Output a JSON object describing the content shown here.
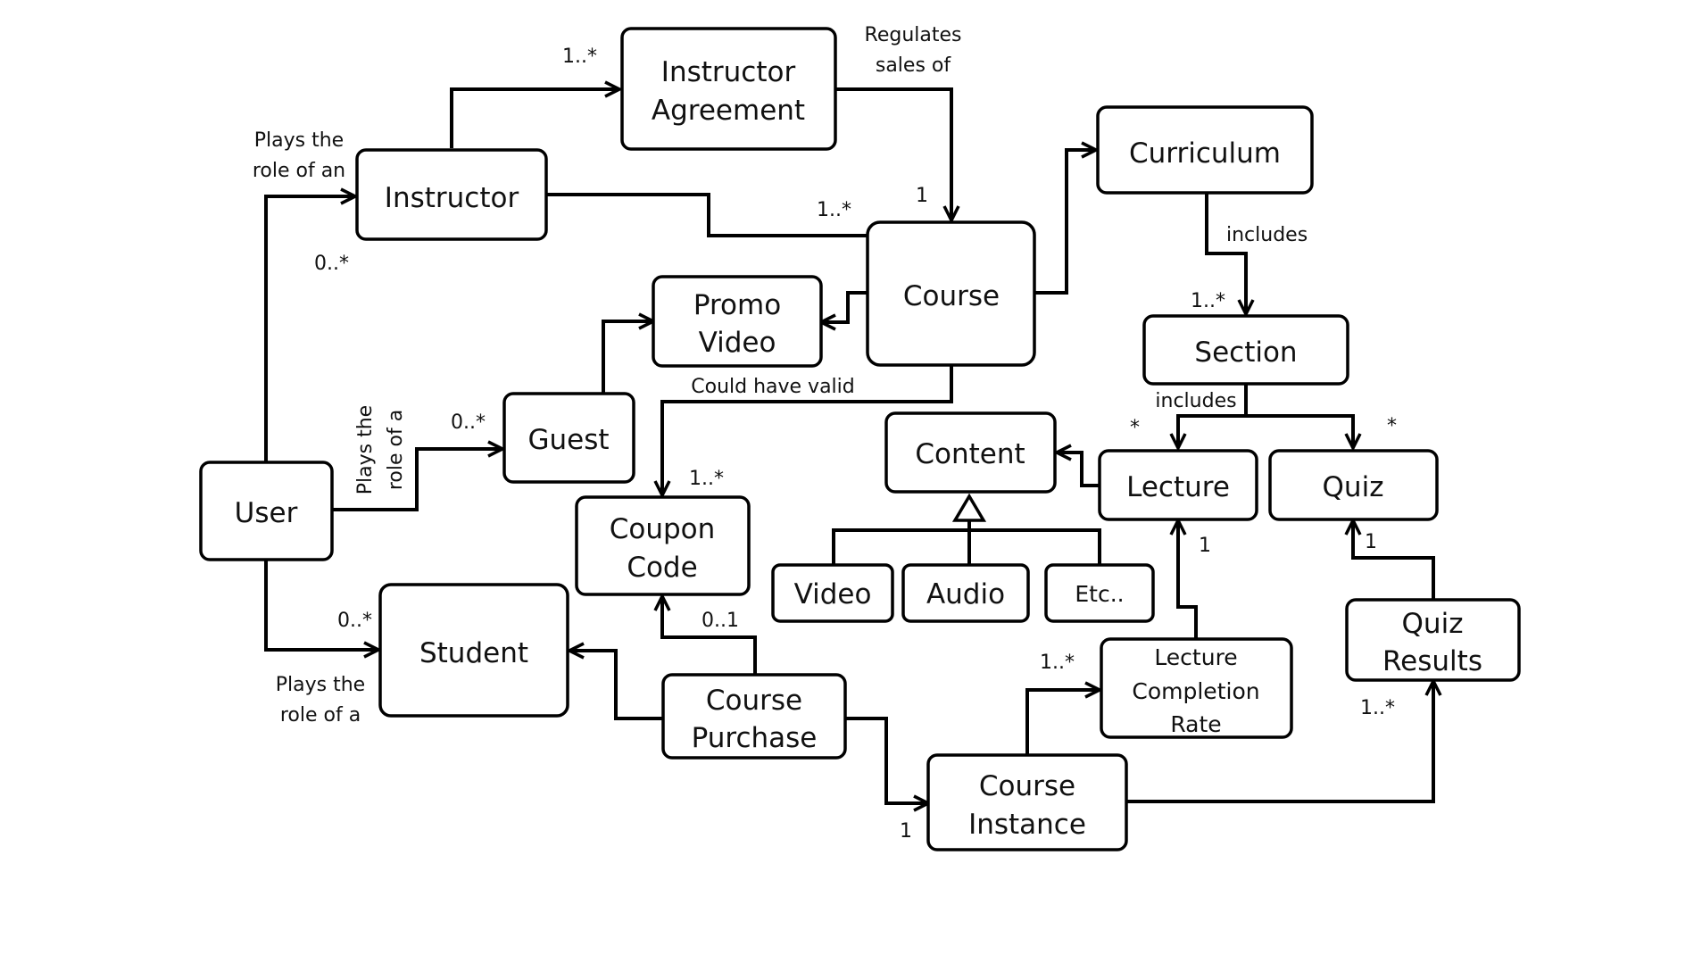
{
  "diagram": {
    "colors": {
      "line": "#000000",
      "box_fill": "#ffffff",
      "text": "#111111"
    },
    "nodes": {
      "instructor_agreement": [
        "Instructor",
        "Agreement"
      ],
      "instructor": [
        "Instructor"
      ],
      "curriculum": [
        "Curriculum"
      ],
      "course": [
        "Course"
      ],
      "promo_video": [
        "Promo",
        "Video"
      ],
      "section": [
        "Section"
      ],
      "content": [
        "Content"
      ],
      "lecture": [
        "Lecture"
      ],
      "quiz": [
        "Quiz"
      ],
      "guest": [
        "Guest"
      ],
      "user": [
        "User"
      ],
      "coupon_code": [
        "Coupon",
        "Code"
      ],
      "video": [
        "Video"
      ],
      "audio": [
        "Audio"
      ],
      "etc": [
        "Etc.."
      ],
      "student": [
        "Student"
      ],
      "course_purchase": [
        "Course",
        "Purchase"
      ],
      "lecture_completion_rate": [
        "Lecture",
        "Completion",
        "Rate"
      ],
      "quiz_results": [
        "Quiz",
        "Results"
      ],
      "course_instance": [
        "Course",
        "Instance"
      ]
    },
    "labels": {
      "regulates_1": "Regulates",
      "regulates_2": "sales of",
      "plays_an_1": "Plays the",
      "plays_an_2": "role of an",
      "plays_guest_1": "Plays the",
      "plays_guest_2": "role of a",
      "plays_student_1": "Plays the",
      "plays_student_2": "role of a",
      "includes_curriculum": "includes",
      "includes_section": "includes",
      "could_have_valid": "Could have valid"
    },
    "multiplicities": {
      "agreement_instructor": "1..*",
      "course_instructor": "1..*",
      "course_agreement": "1",
      "user_instructor": "0..*",
      "user_guest": "0..*",
      "user_student": "0..*",
      "section_many": "1..*",
      "lecture_many": "*",
      "quiz_many": "*",
      "coupon_many": "1..*",
      "purchase_coupon": "0..1",
      "lecture_one": "1",
      "quiz_one": "1",
      "completion_many": "1..*",
      "results_many": "1..*",
      "instance_one": "1"
    }
  }
}
